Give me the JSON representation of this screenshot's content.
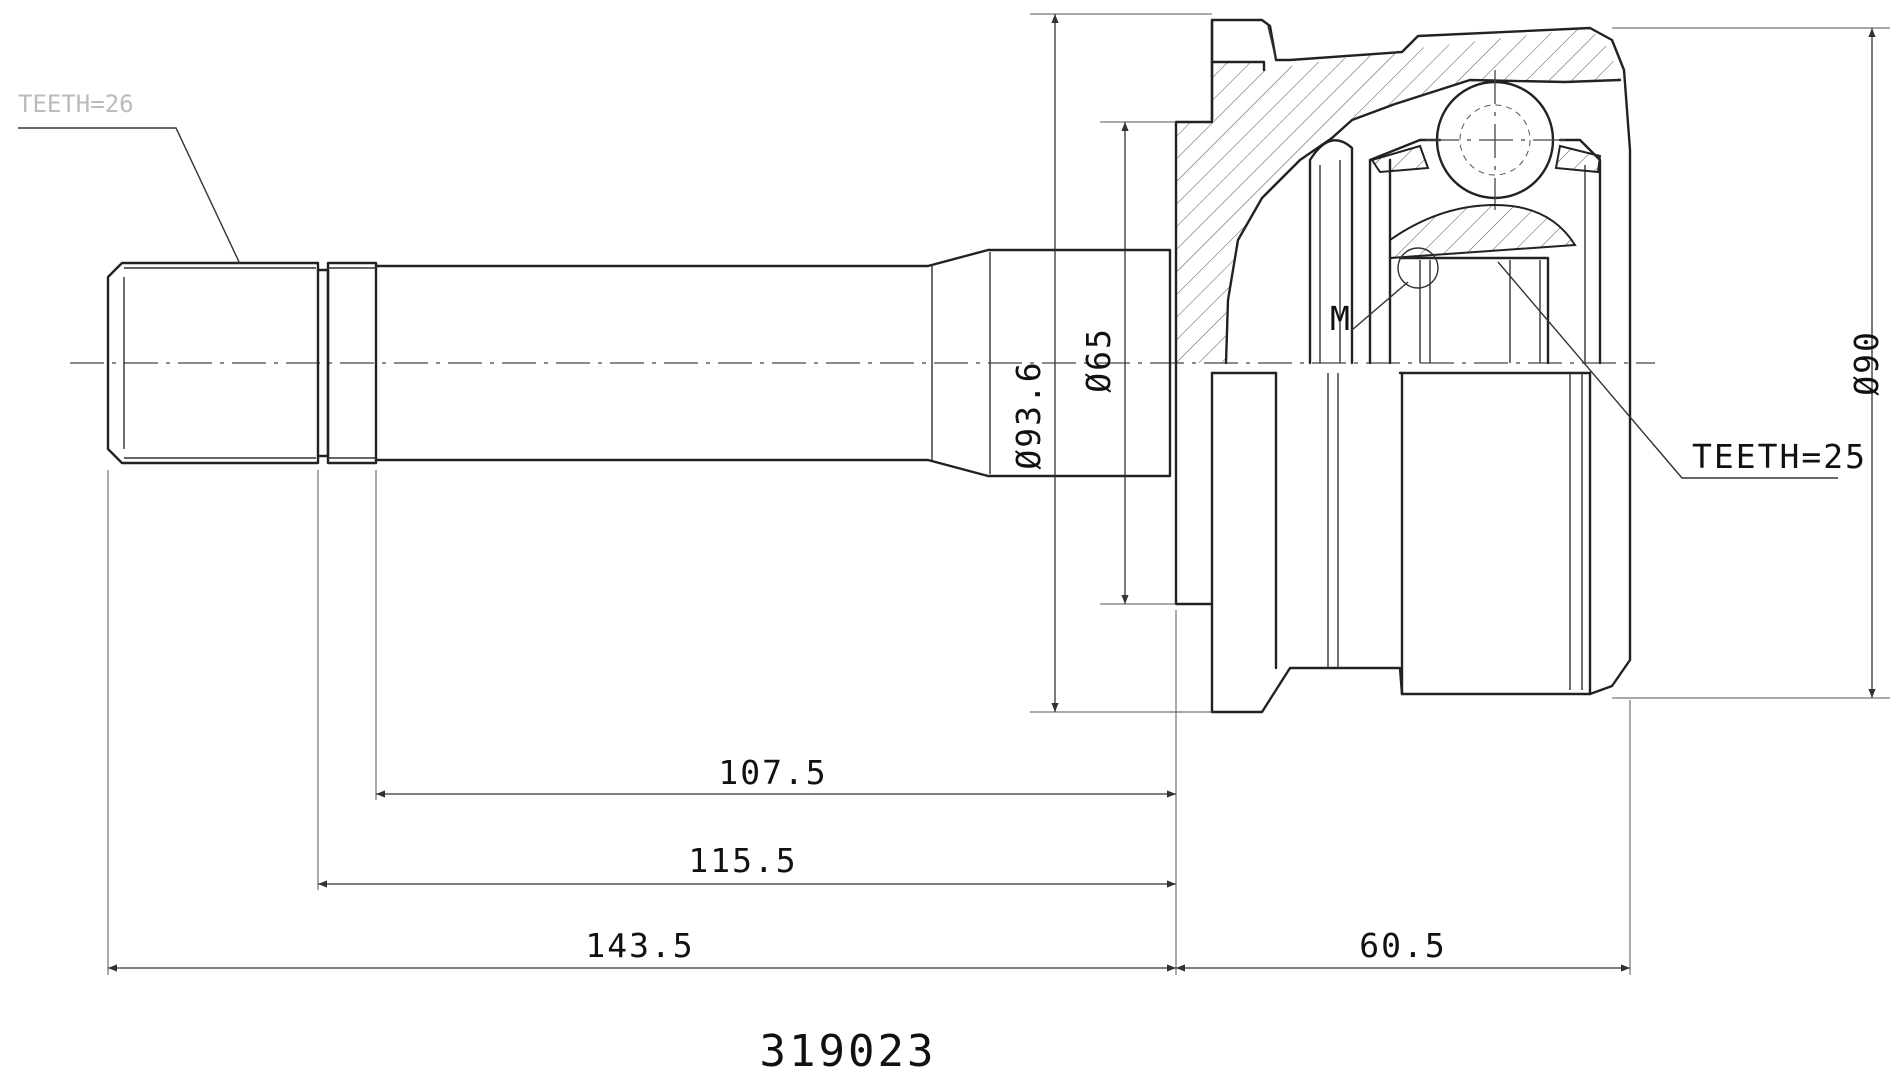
{
  "labels": {
    "teeth_left": "TEETH=26",
    "teeth_right": "TEETH=25",
    "m_marker": "M"
  },
  "dimensions": {
    "d_93_6": "Ø93.6",
    "d_65": "Ø65",
    "d_90": "Ø90",
    "len_107_5": "107.5",
    "len_115_5": "115.5",
    "len_143_5": "143.5",
    "len_60_5": "60.5"
  },
  "part_number": "319023"
}
